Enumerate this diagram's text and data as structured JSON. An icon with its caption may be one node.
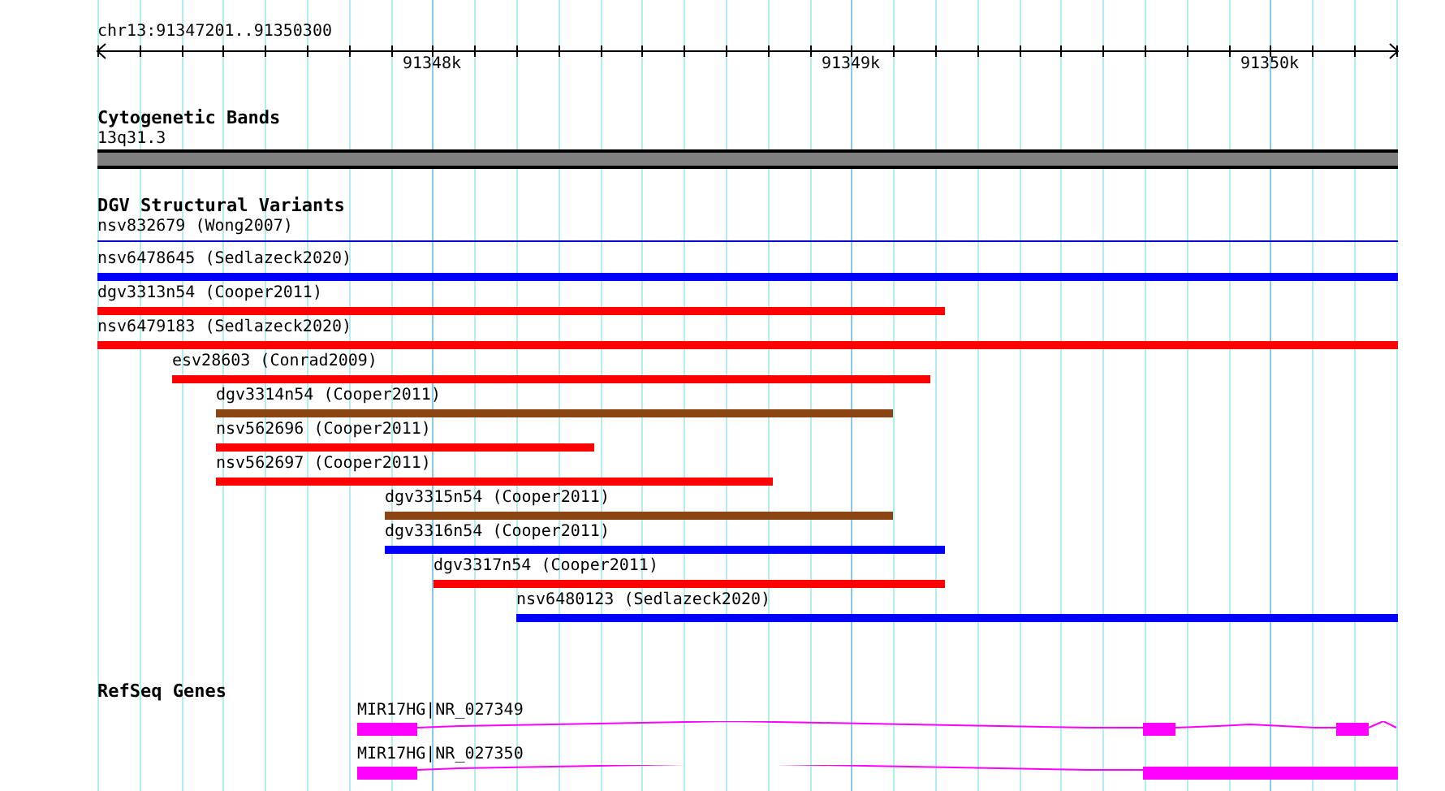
{
  "diagram": {
    "nodes": [
      {
        "text": [
          "13q31.3"
        ]
      },
      {
        "text": [
          "nsv832679 (Wong2007)"
        ]
      },
      {
        "text": [
          "nsv6478645 (Sedlazeck2020)"
        ]
      },
      {
        "text": [
          "dgv3313n54 (Cooper2011)"
        ]
      },
      {
        "text": [
          "nsv6479183 (Sedlazeck2020)"
        ]
      },
      {
        "text": [
          "esv28603 (Conrad2009)"
        ]
      },
      {
        "text": [
          "dgv3314n54 (Cooper2011)"
        ]
      },
      {
        "text": [
          "nsv562696 (Cooper2011)"
        ]
      },
      {
        "text": [
          "nsv562697 (Cooper2011)"
        ]
      },
      {
        "text": [
          "dgv3315n54 (Cooper2011)"
        ]
      },
      {
        "text": [
          "dgv3316n54 (Cooper2011)"
        ]
      },
      {
        "text": [
          "dgv3317n54 (Cooper2011)"
        ]
      },
      {
        "text": [
          "nsv6480123 (Sedlazeck2020)"
        ]
      },
      {
        "text": [
          "MIR17HG|NR_027349"
        ]
      },
      {
        "text": [
          "MIR17HG|NR_027350"
        ]
      }
    ],
    "labels": [
      "chr13:91347201..91350300",
      "91348k",
      "91349k",
      "91350k",
      "Cytogenetic Bands",
      "DGV Structural Variants",
      "RefSeq Genes"
    ]
  }
}
